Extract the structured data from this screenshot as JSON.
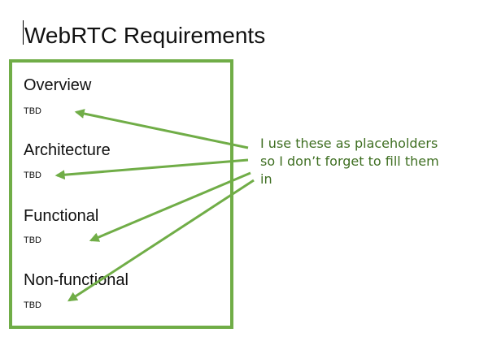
{
  "document": {
    "title": "WebRTC Requirements"
  },
  "sections": [
    {
      "heading": "Overview",
      "body": "TBD"
    },
    {
      "heading": "Architecture",
      "body": "TBD"
    },
    {
      "heading": "Functional",
      "body": "TBD"
    },
    {
      "heading": "Non-functional",
      "body": "TBD"
    }
  ],
  "annotation": {
    "lines": [
      "I use these as placeholders",
      "so I don’t forget to fill them",
      "in"
    ],
    "color": "#70ad47",
    "text_color": "#3f6f22"
  }
}
